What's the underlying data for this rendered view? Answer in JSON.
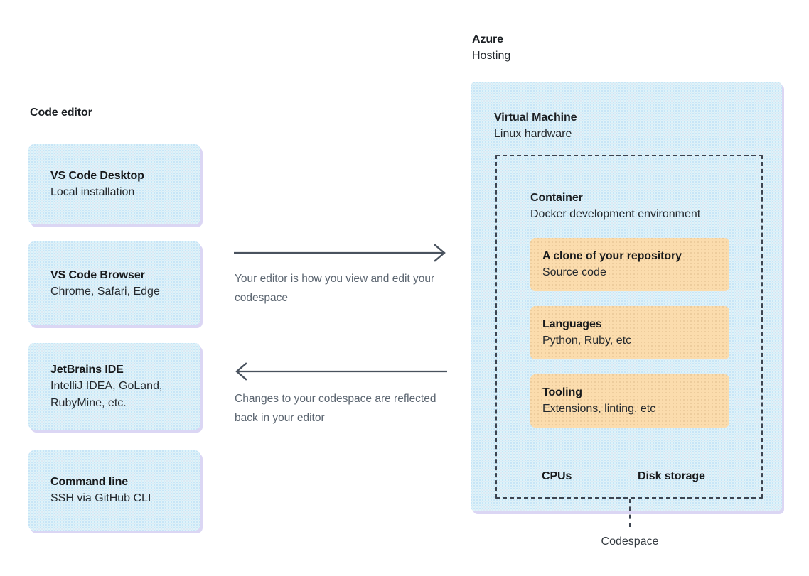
{
  "diagram": {
    "title_visible": false
  },
  "left_column": {
    "heading": "Code editor",
    "cards": [
      {
        "title": "VS Code Desktop",
        "subtitle": "Local installation"
      },
      {
        "title": "VS Code Browser",
        "subtitle": "Chrome, Safari, Edge"
      },
      {
        "title": "JetBrains IDE",
        "subtitle": "IntelliJ IDEA, GoLand, RubyMine, etc."
      },
      {
        "title": "Command line",
        "subtitle": "SSH via GitHub CLI"
      }
    ]
  },
  "arrows": [
    {
      "direction": "right",
      "icon": "arrow-right-icon",
      "caption": "Your editor is how you view and edit your codespace"
    },
    {
      "direction": "left",
      "icon": "arrow-left-icon",
      "caption": "Changes to your codespace are reflected back in your editor"
    }
  ],
  "right_column": {
    "heading": {
      "title": "Azure",
      "subtitle": "Hosting"
    },
    "virtual_machine": {
      "title": "Virtual Machine",
      "subtitle": "Linux hardware"
    },
    "container": {
      "title": "Container",
      "subtitle": "Docker development environment"
    },
    "container_items": [
      {
        "title": "A clone of your repository",
        "subtitle": "Source code"
      },
      {
        "title": "Languages",
        "subtitle": "Python, Ruby, etc"
      },
      {
        "title": "Tooling",
        "subtitle": "Extensions, linting, etc"
      }
    ],
    "hardware": [
      {
        "label": "CPUs"
      },
      {
        "label": "Disk storage"
      }
    ],
    "codespace_caption": "Codespace"
  },
  "colors": {
    "page_background": "#ffffff",
    "blue_fill": "#ddf4fa",
    "orange_fill": "#fbdcad",
    "dashed_border": "#3c4450",
    "arrow_stroke": "#49525e",
    "caption_text": "#5b6570",
    "heading_text": "#1b1f23",
    "body_text": "#24292e",
    "card_shadow": "#bfb4ec"
  }
}
